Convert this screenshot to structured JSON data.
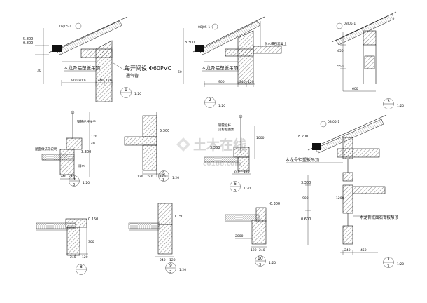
{
  "watermark": {
    "text": "土木在线",
    "domain": "co188.com"
  },
  "details": [
    {
      "id": "d1",
      "elevation_top": "5.800",
      "elevation_low": "0.800",
      "callout": "08J05-1",
      "note_main": "木龙骨铝塑板吊顶",
      "note_pipe": "每开间设 Φ60PVC",
      "note_pipe2": "通气管",
      "dims": [
        "30",
        "900(800)",
        "240",
        "120"
      ],
      "mark_num": "1",
      "mark_sheet": "",
      "scale": "1:20"
    },
    {
      "id": "d2",
      "elevation_top": "3.300",
      "callout": "08J05-1",
      "note_main": "木龙骨铝塑板吊顶",
      "note_side": "防水细石混凝土",
      "dims": [
        "60",
        "900",
        "240",
        "120"
      ],
      "mark_num": "2",
      "mark_sheet": "",
      "scale": "1:20"
    },
    {
      "id": "d3",
      "callout": "08J05-1",
      "dims_v": [
        "450",
        "550"
      ],
      "dims_h": [
        "600"
      ],
      "mark_num": "3",
      "mark_sheet": "",
      "scale": "1:20"
    },
    {
      "id": "d4",
      "elevation_top": "3.300",
      "note_a": "钢管栏杆扶手",
      "note_b": "屋面做法见说明",
      "note_c": "滴水",
      "dims_v": [
        "120",
        "40"
      ],
      "dims_h": [
        "240",
        "240"
      ],
      "mark_num": "4",
      "mark_sheet": "3",
      "scale": "1:20"
    },
    {
      "id": "d5",
      "elevation_top": "5.300",
      "dims_h": [
        "120",
        "240",
        "120"
      ],
      "mark_num": "5",
      "mark_sheet": "3",
      "scale": "1:20"
    },
    {
      "id": "d6",
      "elevation_top": "3.300",
      "note_a": "钢管栏杆",
      "note_b": "见标准图集",
      "dims_v": [
        "1000"
      ],
      "dims_h": [
        "240",
        "120"
      ],
      "mark_num": "6",
      "mark_sheet": "3",
      "scale": "1:20"
    },
    {
      "id": "d7",
      "elevation_top": "8.200",
      "elevation_mid": "3.300",
      "elevation_low": "0.600",
      "callout": "08J05-1",
      "note_main": "木龙骨铝塑板吊顶",
      "note_low": "木龙骨纸面石膏板吊顶",
      "dims_v": [
        "900",
        "1200"
      ],
      "dims_h": [
        "240",
        "450"
      ],
      "mark_num": "7",
      "mark_sheet": "3",
      "scale": "1:20"
    },
    {
      "id": "d8",
      "elevation_top": "0.150",
      "dims_h": [
        "240",
        "120"
      ],
      "dims_v": [
        "300"
      ],
      "mark_num": "8",
      "mark_sheet": "",
      "scale": "1:20"
    },
    {
      "id": "d9",
      "elevation_top": "0.150",
      "dims_h": [
        "240",
        "120"
      ],
      "mark_num": "9",
      "mark_sheet": "3",
      "scale": "1:20"
    },
    {
      "id": "d10",
      "elevation_top": "-0.300",
      "dims_h": [
        "120",
        "240"
      ],
      "dims_h2": [
        "2000"
      ],
      "mark_num": "10",
      "mark_sheet": "3",
      "scale": "1:20"
    }
  ]
}
